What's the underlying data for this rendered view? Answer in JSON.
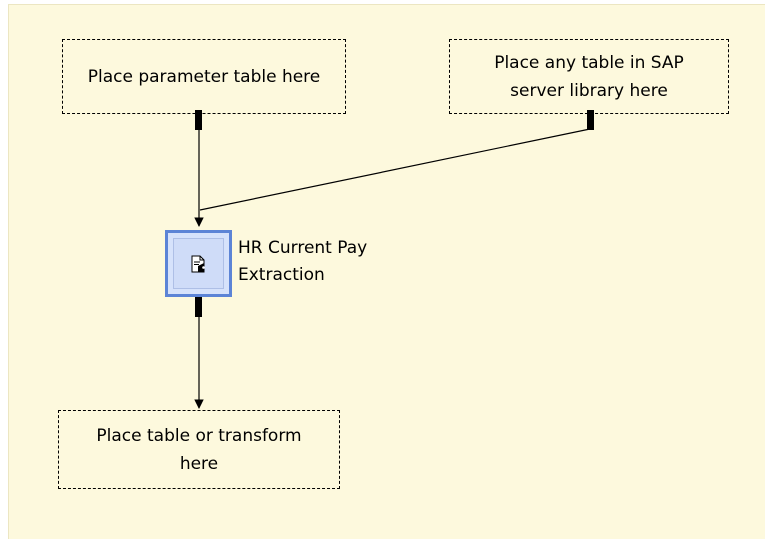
{
  "diagram": {
    "placeholders": {
      "parameter_table": {
        "lines": [
          "Place parameter table here"
        ]
      },
      "sap_table": {
        "lines": [
          "Place any table in SAP",
          "server library here"
        ]
      },
      "output": {
        "lines": [
          "Place table or transform",
          "here"
        ]
      }
    },
    "node": {
      "label_lines": [
        "HR Current Pay",
        "Extraction"
      ],
      "icon": "document-lock-icon"
    },
    "colors": {
      "canvas_background": "#fdf9dd",
      "node_border": "#5c84d6",
      "node_fill": "#d6e2fb",
      "wire": "#000000"
    }
  }
}
